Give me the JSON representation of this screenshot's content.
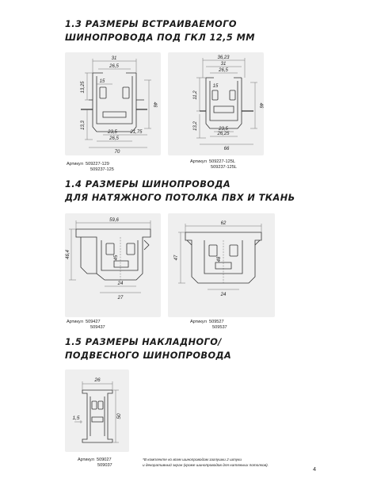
{
  "sections": {
    "s13": {
      "line1": "1.3 РАЗМЕРЫ ВСТРАИВАЕМОГО",
      "line2": "ШИНОПРОВОДА ПОД ГКЛ 12,5 ММ"
    },
    "s14": {
      "line1": "1.4 РАЗМЕРЫ ШИНОПРОВОДА",
      "line2": "ДЛЯ НАТЯЖНОГО ПОТОЛКА ПВХ И ТКАНЬ"
    },
    "s15": {
      "line1": "1.5 РАЗМЕРЫ НАКЛАДНОГО/",
      "line2": "ПОДВЕСНОГО ШИНОПРОВОДА"
    }
  },
  "drawings": {
    "d1": {
      "top": "31",
      "inner": "26,5",
      "mid": "15",
      "left_upper": "13,25",
      "left_lower": "13,3",
      "right": "46",
      "bottom_inner": "23,5",
      "bottom_right": "21,75",
      "bottom_mid": "26,5",
      "bottom": "70"
    },
    "d2": {
      "top_outer": "36,23",
      "top": "31",
      "inner": "26,5",
      "mid": "15",
      "left_upper": "11,2",
      "left_lower": "13,2",
      "right": "46",
      "bottom_inner": "23,5",
      "bottom_mid": "26,25",
      "bottom": "66"
    },
    "d3": {
      "top": "59,6",
      "left": "46,4",
      "mid": "45",
      "bottom_inner": "24",
      "bottom": "27"
    },
    "d4": {
      "top": "62",
      "left": "47",
      "mid": "48",
      "bottom": "24"
    },
    "d5": {
      "top": "26",
      "left": "1,5",
      "right": "50"
    }
  },
  "captions": {
    "c1": {
      "label": "Артикул",
      "line1": "509227-129",
      "line2": "509237-125"
    },
    "c2": {
      "label": "Артикул",
      "line1": "509227-125L",
      "line2": "509237-125L"
    },
    "c3": {
      "label": "Артикул",
      "line1": "509427",
      "line2": "509437"
    },
    "c4": {
      "label": "Артикул",
      "line1": "509527",
      "line2": "509537"
    },
    "c5": {
      "label": "Артикул",
      "line1": "509027",
      "line2": "509037"
    }
  },
  "note": {
    "line1": "*В комплекте ко всем шинопроводам заглушки 2 штуки",
    "line2": "и декоративный экран (кроме шинопроводов для натяжных потолков)."
  },
  "page_number": "4"
}
